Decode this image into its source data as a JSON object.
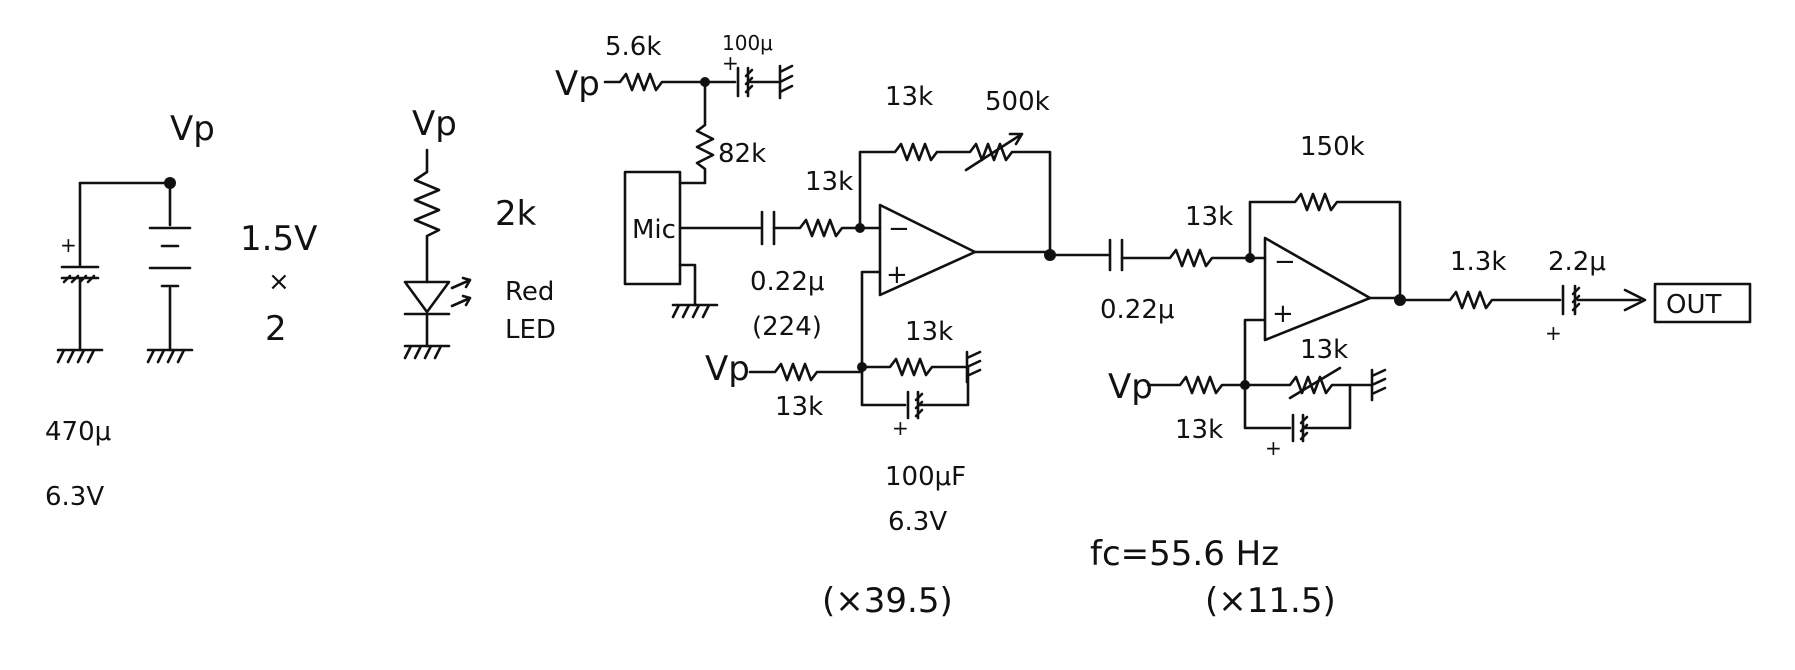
{
  "colors": {
    "ink": "#111111",
    "paper": "#ffffff"
  },
  "supply": {
    "node_label": "Vp",
    "battery_label": "1.5V",
    "battery_times": "×",
    "battery_count": "2",
    "capacitor_value": "470μ",
    "capacitor_voltage": "6.3V"
  },
  "led_circuit": {
    "node_label": "Vp",
    "resistor": "2k",
    "led_line1": "Red",
    "led_line2": "LED"
  },
  "mic_bias": {
    "node_label": "Vp",
    "resistor_top": "5.6k",
    "cap_top": "100μ",
    "resistor_bias": "82k",
    "mic_label": "Mic"
  },
  "stage1": {
    "input_resistor": "13k",
    "coupling_cap": "0.22μ",
    "coupling_cap_code": "(224)",
    "feedback_resistor": "13k",
    "feedback_pot": "500k",
    "bias_node_label": "Vp",
    "bias_resistor_top": "13k",
    "bias_resistor_bottom": "13k",
    "bias_cap_value": "100μF",
    "bias_cap_voltage": "6.3V",
    "gain": "(×39.5)"
  },
  "stage2": {
    "coupling_cap": "0.22μ",
    "input_resistor": "13k",
    "feedback_resistor": "150k",
    "bias_node_label": "Vp",
    "bias_resistor_left": "13k",
    "bias_resistor_right": "13k",
    "cutoff": "fc=55.6 Hz",
    "gain": "(×11.5)"
  },
  "output": {
    "resistor": "1.3k",
    "cap": "2.2μ",
    "label": "OUT"
  }
}
